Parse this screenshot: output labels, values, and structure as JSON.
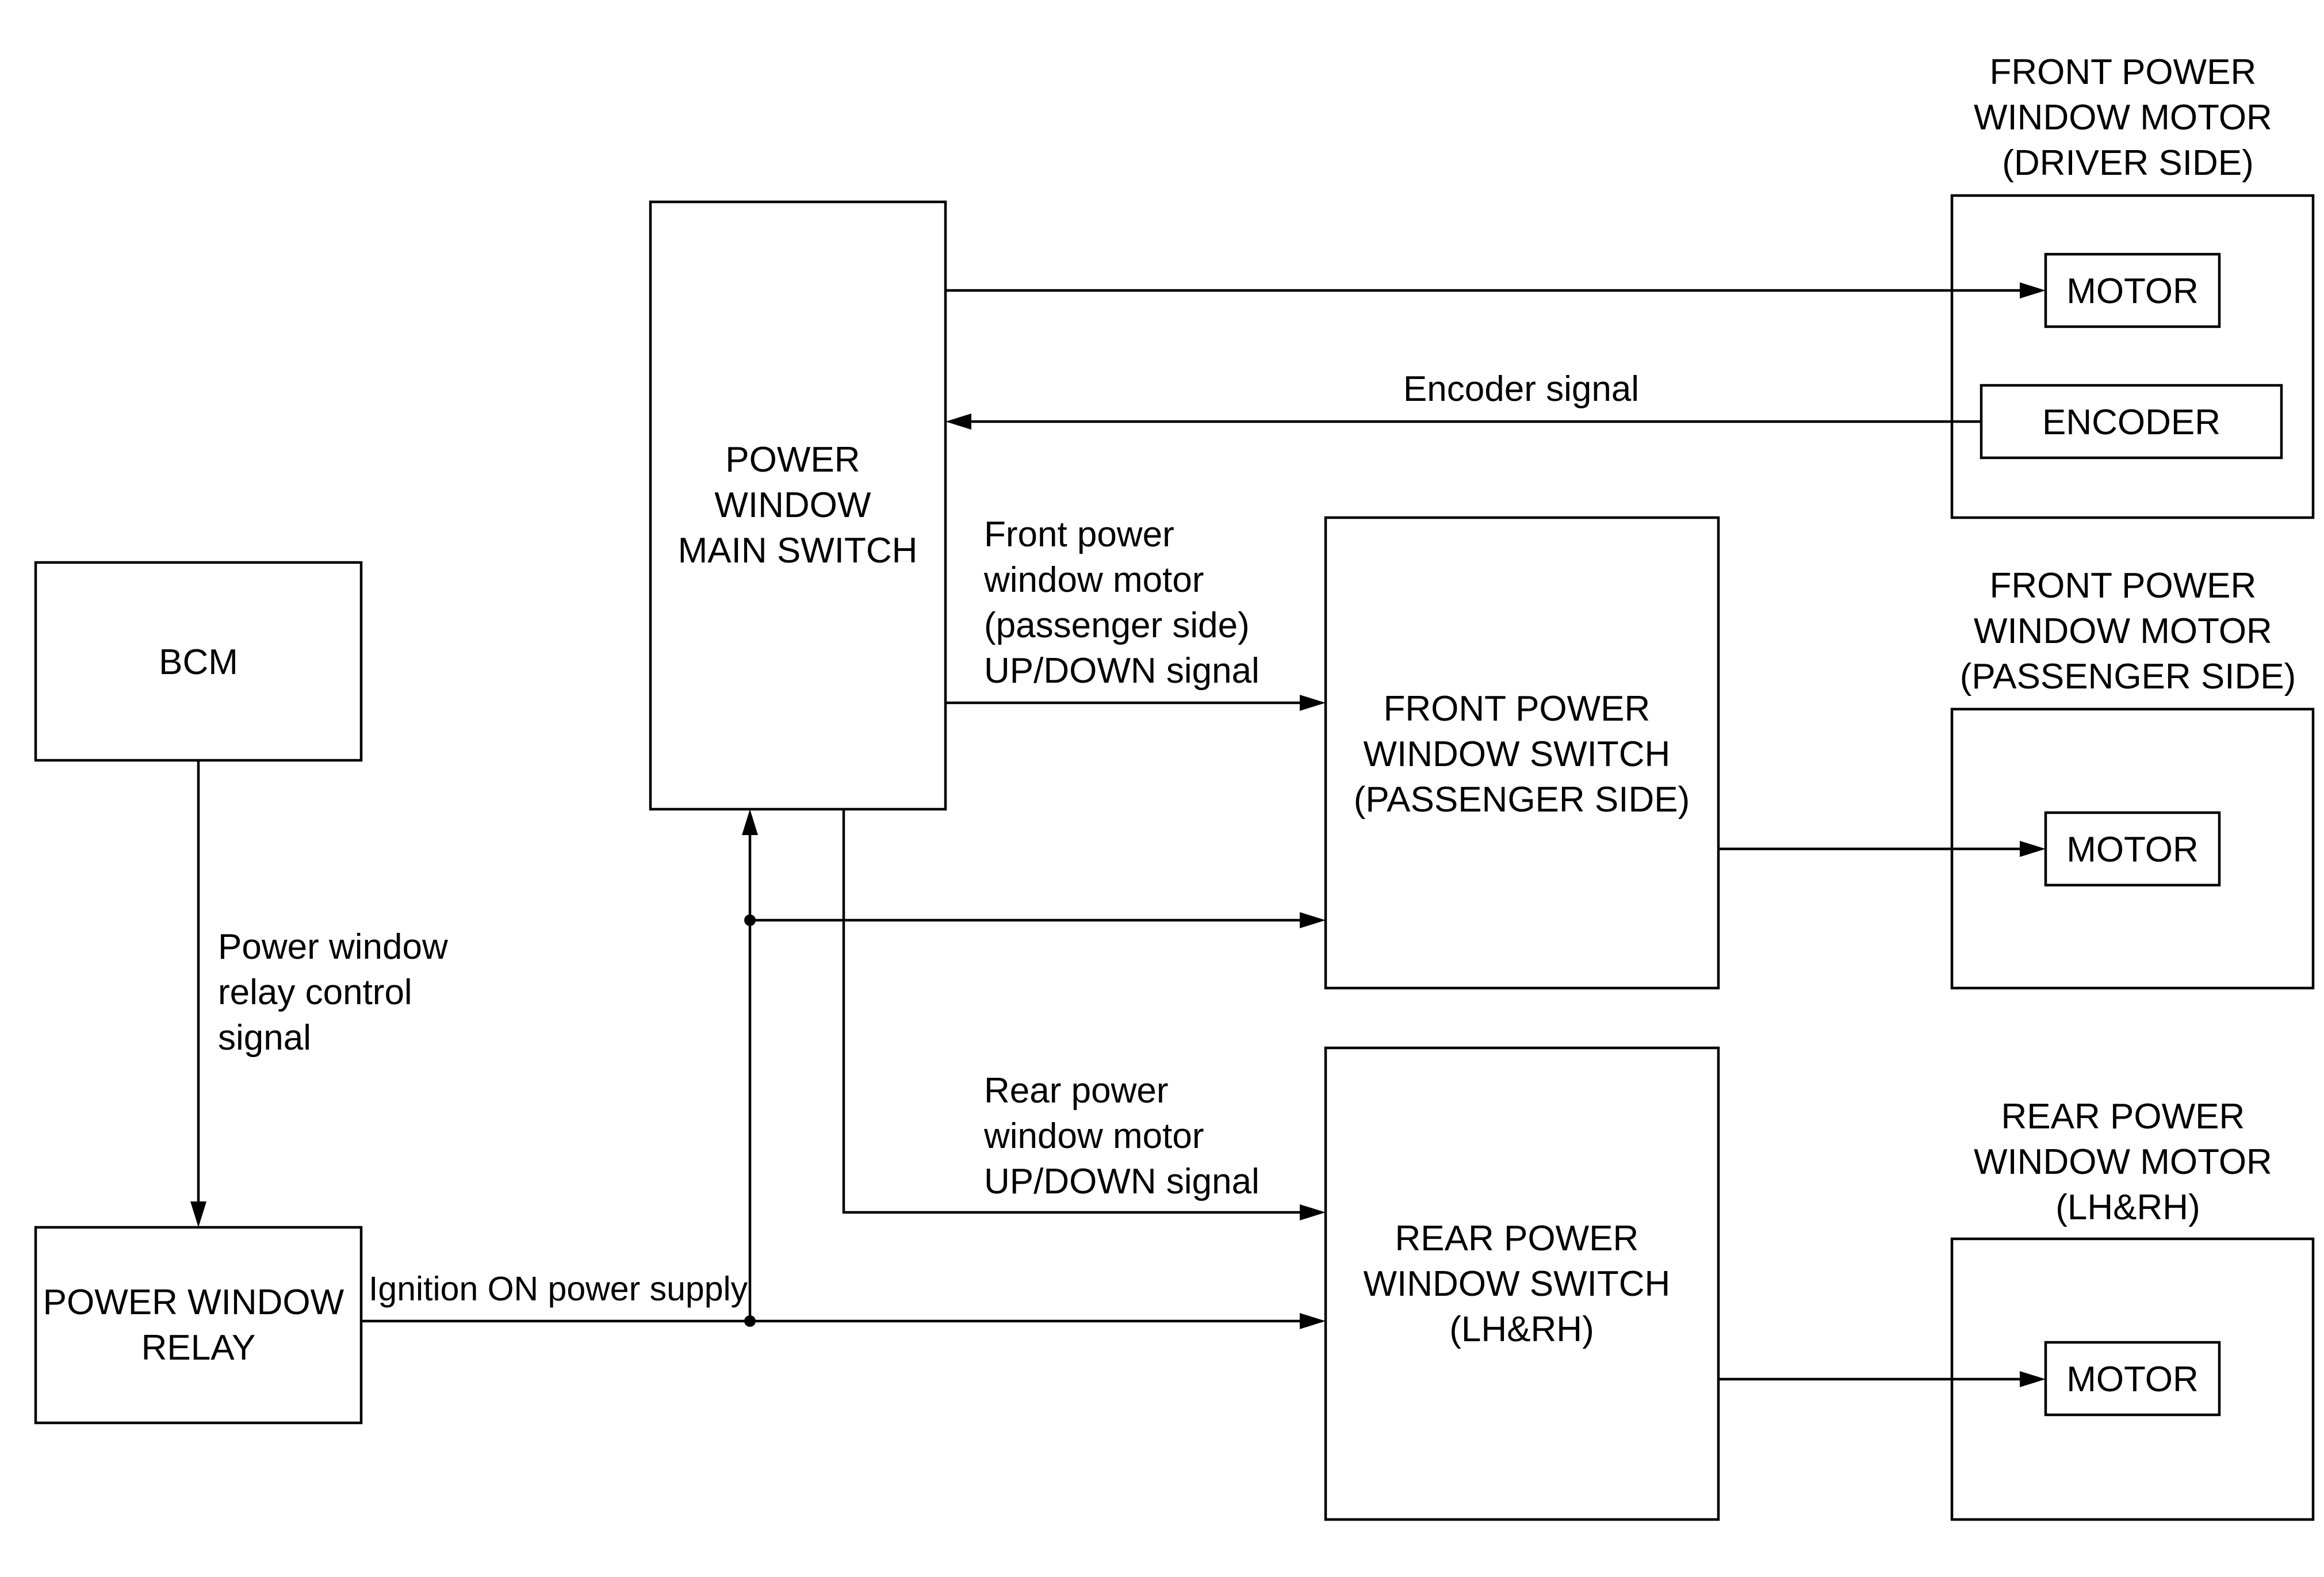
{
  "diagram": {
    "blocks": {
      "bcm": {
        "lines": [
          "BCM"
        ]
      },
      "relay": {
        "lines": [
          "POWER WINDOW",
          "RELAY"
        ]
      },
      "main_switch": {
        "lines": [
          "POWER",
          "WINDOW",
          "MAIN SWITCH"
        ]
      },
      "front_switch": {
        "lines": [
          "FRONT POWER",
          "WINDOW SWITCH",
          "(PASSENGER SIDE)"
        ]
      },
      "rear_switch": {
        "lines": [
          "REAR POWER",
          "WINDOW SWITCH",
          "(LH&RH)"
        ]
      },
      "driver_motor_unit": {
        "title": [
          "FRONT POWER",
          "WINDOW MOTOR",
          "(DRIVER SIDE)"
        ],
        "motor": "MOTOR",
        "encoder": "ENCODER"
      },
      "passenger_motor_unit": {
        "title": [
          "FRONT POWER",
          "WINDOW MOTOR",
          "(PASSENGER SIDE)"
        ],
        "motor": "MOTOR"
      },
      "rear_motor_unit": {
        "title": [
          "REAR POWER",
          "WINDOW MOTOR",
          "(LH&RH)"
        ],
        "motor": "MOTOR"
      }
    },
    "signals": {
      "encoder": "Encoder signal",
      "front_passenger_updown": [
        "Front power",
        "window motor",
        "(passenger side)",
        "UP/DOWN signal"
      ],
      "rear_updown": [
        "Rear power",
        "window motor",
        "UP/DOWN signal"
      ],
      "relay_control": [
        "Power window",
        "relay control",
        "signal"
      ],
      "ignition": "Ignition ON power supply"
    }
  }
}
